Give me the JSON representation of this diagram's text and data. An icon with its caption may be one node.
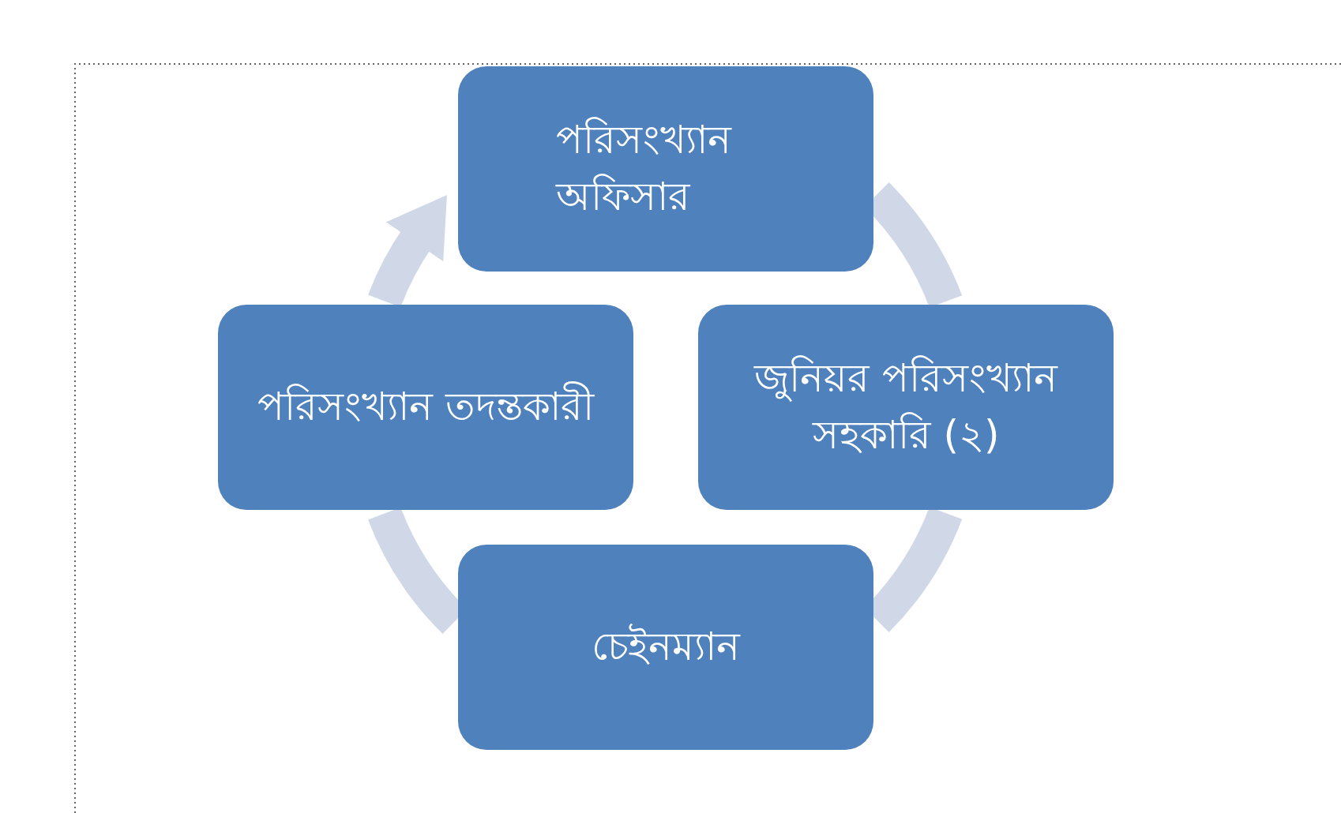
{
  "diagram": {
    "nodes": [
      {
        "text": [
          "পরিসংখ্যান অফিসার"
        ]
      },
      {
        "text": [
          "জুনিয়র পরিসংখ্যান সহকারি (২)"
        ]
      },
      {
        "text": [
          "চেইনম্যান"
        ]
      },
      {
        "text": [
          "পরিসংখ্যান তদন্তকারী"
        ]
      }
    ],
    "edges": [
      {
        "from": 0,
        "to": 1,
        "arrow": "none"
      },
      {
        "from": 1,
        "to": 2,
        "arrow": "none"
      },
      {
        "from": 2,
        "to": 3,
        "arrow": "none"
      },
      {
        "from": 3,
        "to": 0,
        "arrow": "to"
      }
    ]
  }
}
